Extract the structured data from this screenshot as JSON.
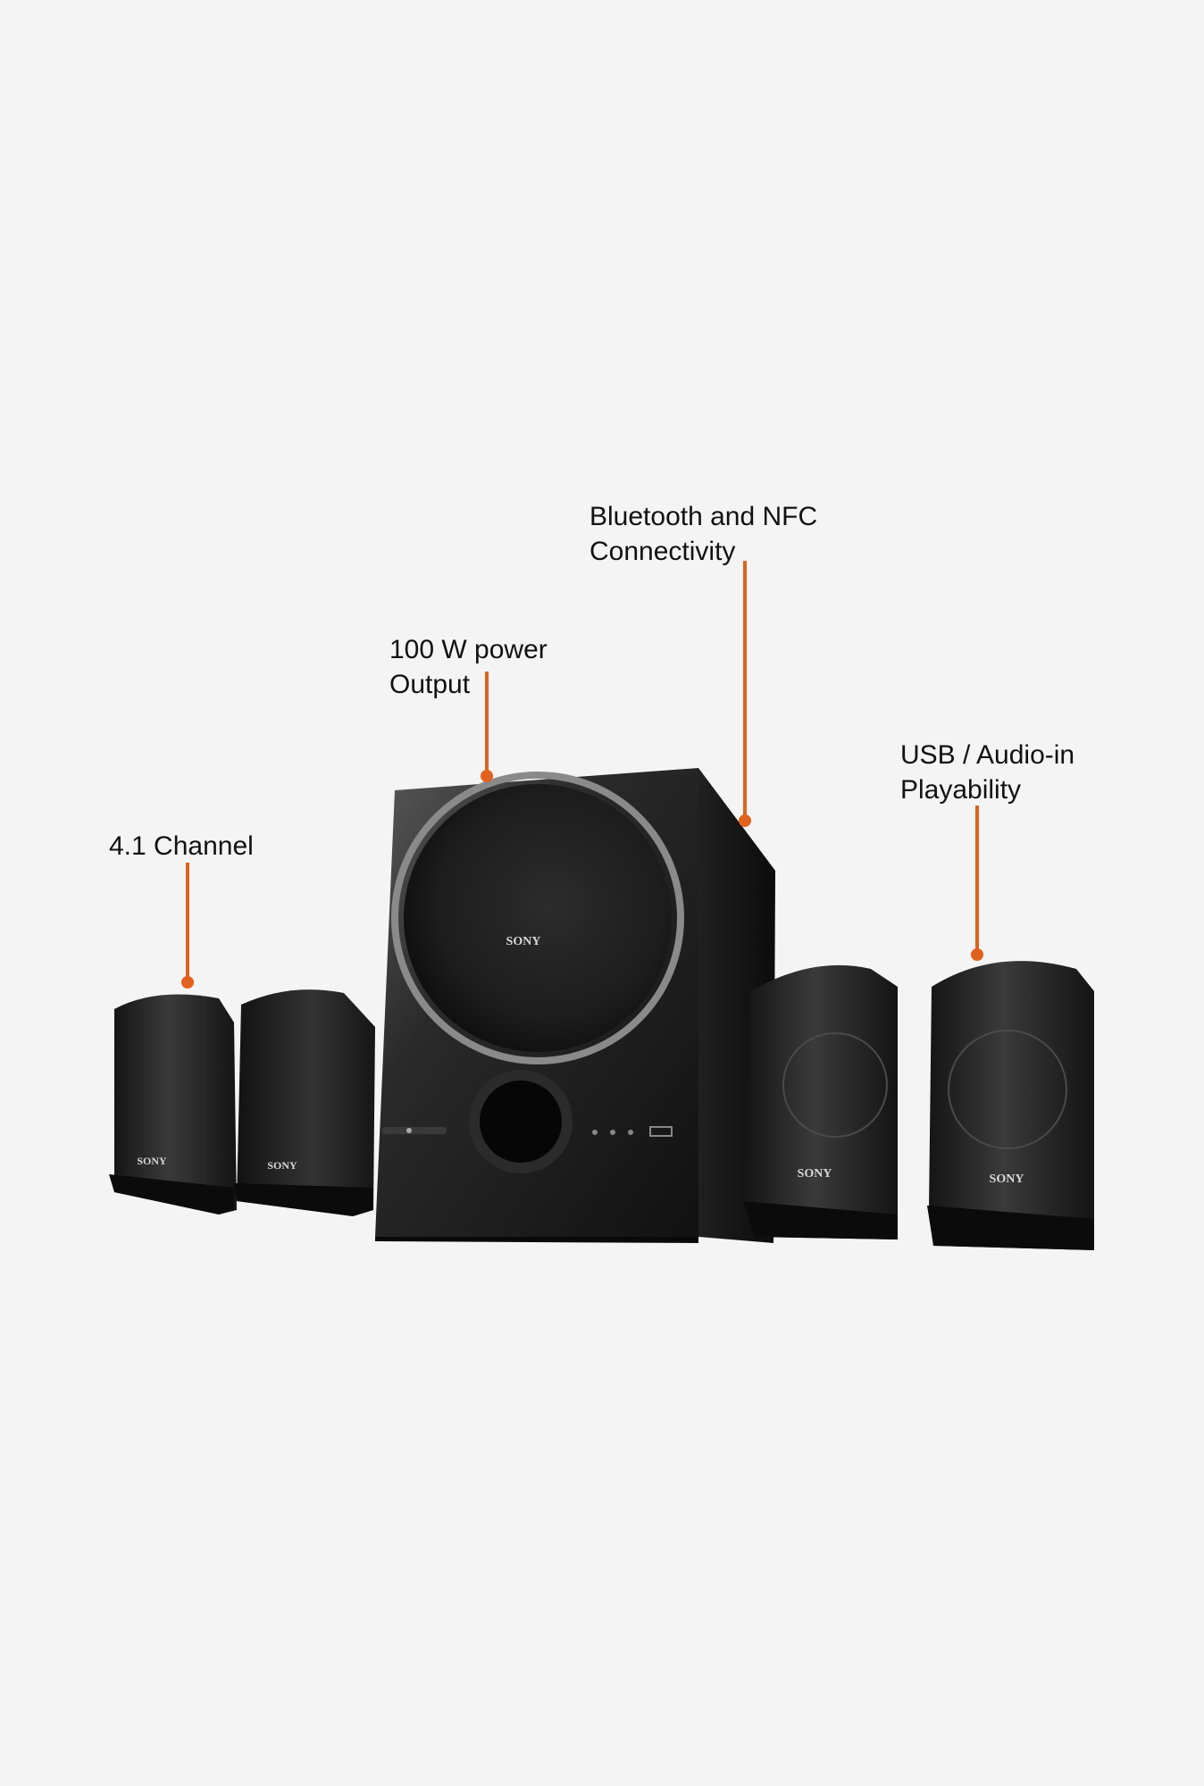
{
  "callouts": {
    "channel": {
      "line1": "4.1 Channel",
      "line2": ""
    },
    "power": {
      "line1": "100 W power",
      "line2": "Output"
    },
    "bluetooth": {
      "line1": "Bluetooth and NFC",
      "line2": "Connectivity"
    },
    "usb": {
      "line1": "USB / Audio-in",
      "line2": "Playability"
    }
  },
  "brand": "SONY",
  "colors": {
    "accent": "#e0621e",
    "background": "#f4f4f4",
    "speaker": "#1c1c1c"
  }
}
